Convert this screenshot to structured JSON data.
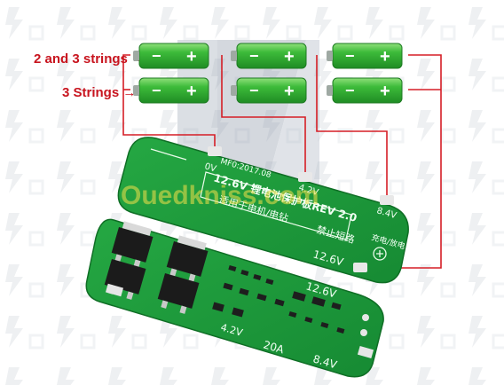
{
  "labels": {
    "two_and_three_strings": "2 and 3 strings →",
    "three_strings": "3 Strings →"
  },
  "battery": {
    "minus": "−",
    "plus": "+"
  },
  "board_top": {
    "header": "MF0:2017.08",
    "model": "12.6V 锂电池保护板REV 2.0",
    "subtitle": "适用于电机/电钻",
    "warning": "禁止短路",
    "charge": "充电/放电",
    "pad_0v": "0V",
    "pad_4v2": "4.2V",
    "pad_8v4": "8.4V",
    "pad_12v6": "12.6V"
  },
  "board_bottom": {
    "v12": "12.6V",
    "v42": "4.2V",
    "current": "20A",
    "v84": "8.4V"
  },
  "watermark": {
    "text": "Ouedkniss.com"
  },
  "colors": {
    "pcb": "#1f9f3c",
    "pcb_dark": "#12822c",
    "battery": "#2fae35",
    "wire": "#d51e26",
    "label": "#c8141e"
  }
}
